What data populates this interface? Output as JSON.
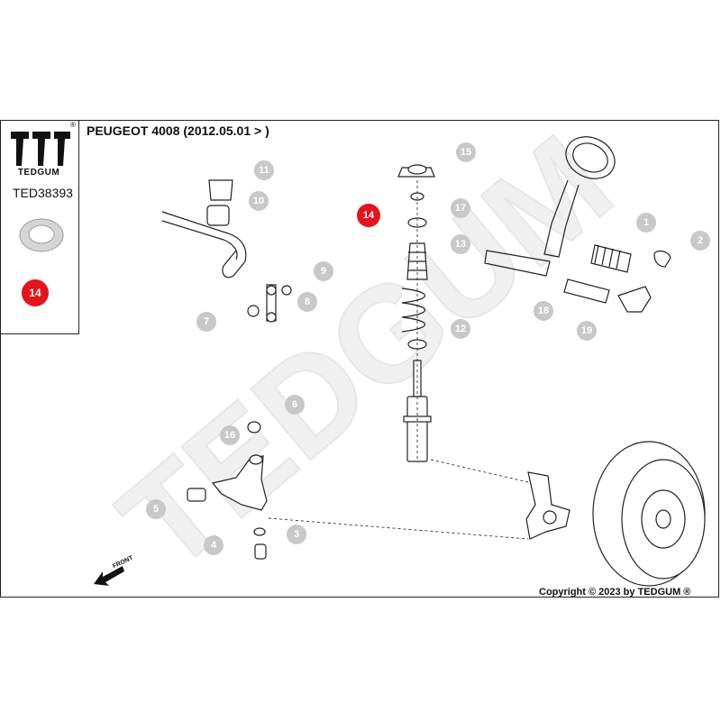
{
  "brand": {
    "name": "TEDGUM",
    "reg": "®",
    "part_number": "TED38393"
  },
  "title": "PEUGEOT 4008  (2012.05.01 > )",
  "highlight": {
    "number": "14",
    "color": "#e3141c"
  },
  "callouts": [
    "1",
    "2",
    "3",
    "4",
    "5",
    "6",
    "7",
    "8",
    "9",
    "10",
    "11",
    "12",
    "13",
    "15",
    "16",
    "17",
    "18",
    "19"
  ],
  "front_label": "FRONT",
  "copyright": "Copyright © 2023 by TEDGUM ®",
  "watermark": "TEDGUM",
  "colors": {
    "callout_grey": "#c8c8c8",
    "line": "#222222",
    "watermark": "#ededed"
  }
}
